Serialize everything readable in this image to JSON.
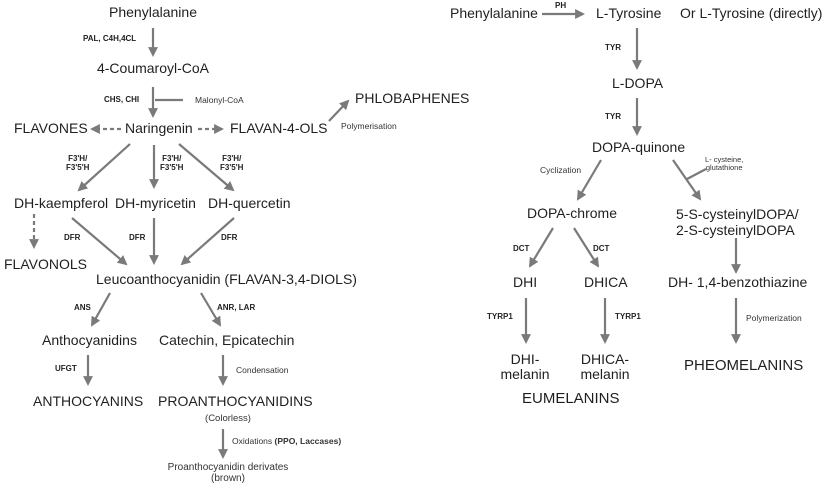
{
  "colors": {
    "arrow": "#7a7a7a",
    "text": "#1f1f1f",
    "background": "#ffffff"
  },
  "flavonoid": {
    "phenylalanine": "Phenylalanine",
    "enz_pal": "PAL, C4H,4CL",
    "coumaroyl": "4-Coumaroyl-CoA",
    "enz_chs": "CHS, CHI",
    "malonyl": "Malonyl-CoA",
    "flavones": "FLAVONES",
    "naringenin": "Naringenin",
    "flavan4ols": "FLAVAN-4-OLS",
    "phlobaphenes": "PHLOBAPHENES",
    "polymerisation": "Polymerisation",
    "enz_f3h_left": "F3'H/\nF3'5'H",
    "enz_f3h_mid": "F3'H/\nF3'5'H",
    "enz_f3h_right": "F3'H/\nF3'5'H",
    "dh_kaempferol": "DH-kaempferol",
    "dh_myricetin": "DH-myricetin",
    "dh_quercetin": "DH-quercetin",
    "enz_dfr_left": "DFR",
    "enz_dfr_mid": "DFR",
    "enz_dfr_right": "DFR",
    "flavonols": "FLAVONOLS",
    "leucoanthocyanidin": "Leucoanthocyanidin (FLAVAN-3,4-DIOLS)",
    "enz_ans": "ANS",
    "enz_anr": "ANR, LAR",
    "anthocyanidins": "Anthocyanidins",
    "catechin": "Catechin, Epicatechin",
    "enz_ufgt": "UFGT",
    "condensation": "Condensation",
    "anthocyanins": "ANTHOCYANINS",
    "proanthocyanidins": "PROANTHOCYANIDINS",
    "colorless": "(Colorless)",
    "oxidations": "Oxidations ",
    "oxidations_enz": "(PPO, Laccases)",
    "pa_derivates": "Proanthocyanidin derivates\n(brown)"
  },
  "melanin": {
    "phenylalanine": "Phenylalanine",
    "enz_ph": "PH",
    "l_tyrosine": "L-Tyrosine",
    "or_tyrosine": "Or L-Tyrosine (directly)",
    "enz_tyr1": "TYR",
    "l_dopa": "L-DOPA",
    "enz_tyr2": "TYR",
    "dopa_quinone": "DOPA-quinone",
    "cyclization": "Cyclization",
    "cysteine": "L- cysteine,\nglutathione",
    "dopa_chrome": "DOPA-chrome",
    "cysteinyldopa": "5-S-cysteinylDOPA/\n2-S-cysteinylDOPA",
    "enz_dct_left": "DCT",
    "enz_dct_right": "DCT",
    "dhi": "DHI",
    "dhica": "DHICA",
    "benzothiazine": "DH- 1,4-benzothiazine",
    "enz_tyrp1_left": "TYRP1",
    "enz_tyrp1_right": "TYRP1",
    "polymerization": "Polymerization",
    "dhi_melanin": "DHI-\nmelanin",
    "dhica_melanin": "DHICA-\nmelanin",
    "pheomelanins": "PHEOMELANINS",
    "eumelanins": "EUMELANINS"
  }
}
